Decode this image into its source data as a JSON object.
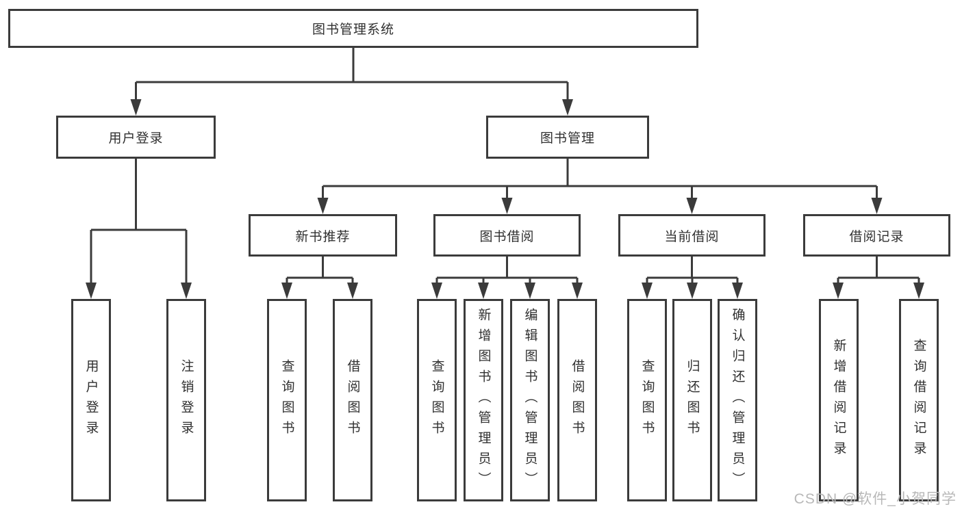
{
  "diagram": {
    "title": "图书管理系统",
    "branches": [
      {
        "label": "用户登录",
        "children": [
          {
            "label": "用户登录"
          },
          {
            "label": "注销登录"
          }
        ]
      },
      {
        "label": "图书管理",
        "children": [
          {
            "label": "新书推荐",
            "children": [
              {
                "label": "查询图书"
              },
              {
                "label": "借阅图书"
              }
            ]
          },
          {
            "label": "图书借阅",
            "children": [
              {
                "label": "查询图书"
              },
              {
                "label": "新增图书（管理员）"
              },
              {
                "label": "编辑图书（管理员）"
              },
              {
                "label": "借阅图书"
              }
            ]
          },
          {
            "label": "当前借阅",
            "children": [
              {
                "label": "查询图书"
              },
              {
                "label": "归还图书"
              },
              {
                "label": "确认归还（管理员）"
              }
            ]
          },
          {
            "label": "借阅记录",
            "children": [
              {
                "label": "新增借阅记录"
              },
              {
                "label": "查询借阅记录"
              }
            ]
          }
        ]
      }
    ]
  },
  "watermark": "CSDN @软件_小贺同学",
  "colors": {
    "line": "#3b3b3b",
    "text": "#303030",
    "watermark": "#b8b8b8",
    "background": "#ffffff"
  }
}
